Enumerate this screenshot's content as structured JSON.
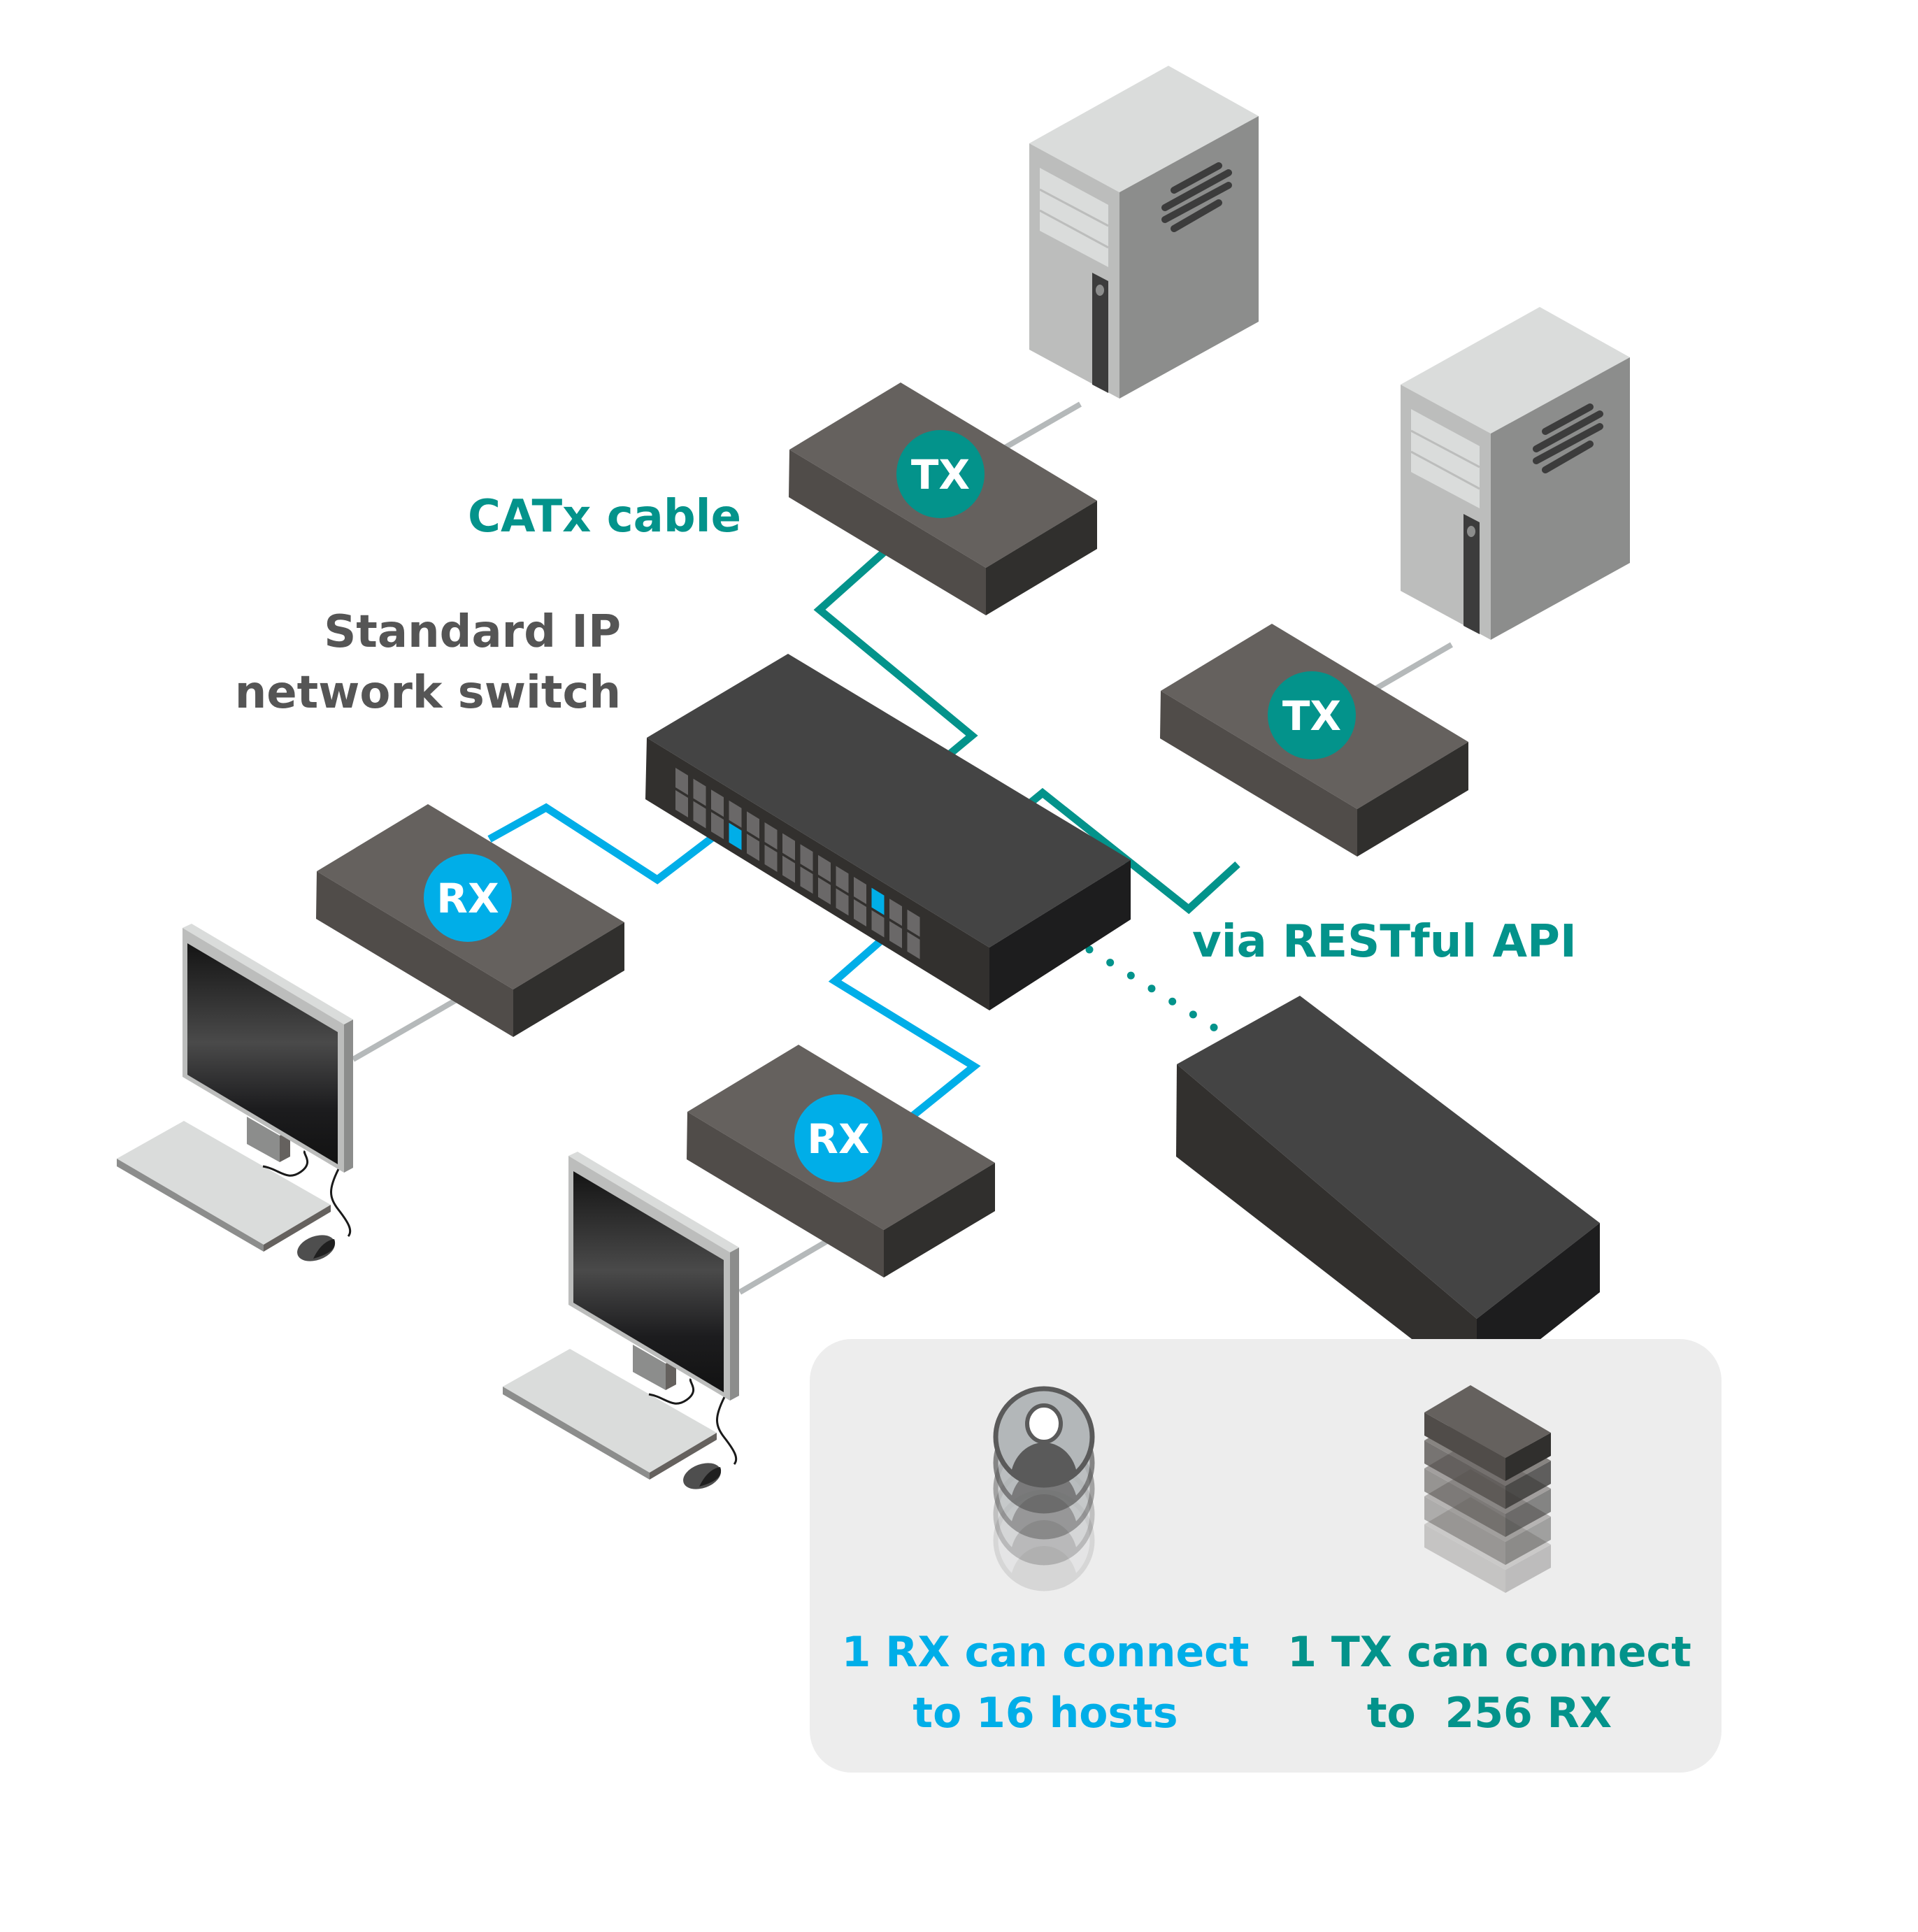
{
  "labels": {
    "catx_cable": "CATx cable",
    "switch_line1": "Standard IP",
    "switch_line2": "network switch",
    "restful_api": "via RESTful API"
  },
  "devices": {
    "transmitters": [
      {
        "id": "tx1",
        "badge": "TX"
      },
      {
        "id": "tx2",
        "badge": "TX"
      }
    ],
    "receivers": [
      {
        "id": "rx1",
        "badge": "RX"
      },
      {
        "id": "rx2",
        "badge": "RX"
      }
    ],
    "hosts": [
      {
        "id": "server1",
        "type": "tower-server"
      },
      {
        "id": "server2",
        "type": "tower-server"
      }
    ],
    "workstations": [
      {
        "id": "workstation1",
        "type": "monitor-keyboard-mouse"
      },
      {
        "id": "workstation2",
        "type": "monitor-keyboard-mouse"
      }
    ],
    "switch": {
      "ports_per_row": 14,
      "rows": 2
    },
    "controller": {
      "id": "manager-controller"
    }
  },
  "info_panel": {
    "rx_caption_line1": "1 RX can connect",
    "rx_caption_line2": "to 16 hosts",
    "tx_caption_line1": "1 TX can connect",
    "tx_caption_line2": "to  256 RX",
    "rx_icon": "stacked-user-icon",
    "tx_icon": "stacked-device-icon"
  },
  "colors": {
    "tx_accent": "#03938b",
    "rx_accent": "#00aee8",
    "label_gray": "#555555",
    "panel_bg": "#ededed"
  }
}
